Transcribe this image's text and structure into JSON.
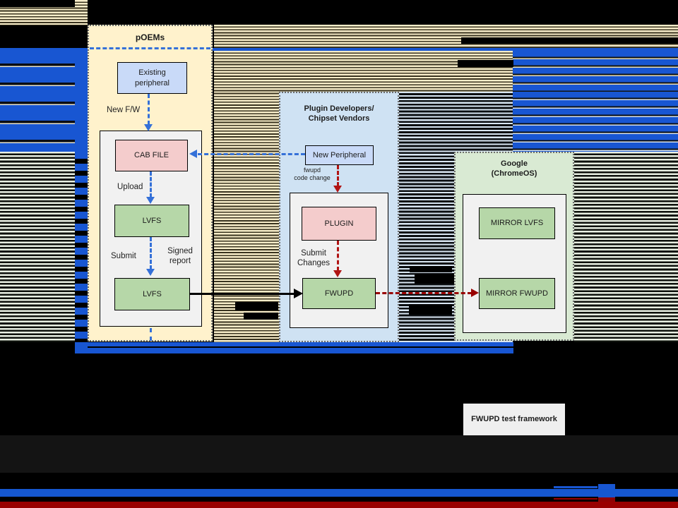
{
  "diagram": {
    "panels": {
      "poems": {
        "title": "pOEMs",
        "bg": "#fff2cc"
      },
      "plugin_vendors": {
        "title_line1": "Plugin Developers/",
        "title_line2": "Chipset Vendors",
        "bg": "#cfe2f3"
      },
      "google": {
        "title_line1": "Google",
        "title_line2": "(ChromeOS)",
        "bg": "#d9ead3"
      }
    },
    "nodes": {
      "existing_peripheral": {
        "label_line1": "Existing",
        "label_line2": "peripheral",
        "bg": "#c9daf8"
      },
      "cab_file": {
        "label": "CAB FILE",
        "bg": "#f4cccc"
      },
      "lvfs_upload": {
        "label": "LVFS",
        "bg": "#b6d7a8"
      },
      "lvfs_submit": {
        "label": "LVFS",
        "bg": "#b6d7a8"
      },
      "new_peripheral": {
        "label": "New Peripheral",
        "bg": "#c9daf8"
      },
      "plugin": {
        "label": "PLUGIN",
        "bg": "#f4cccc"
      },
      "fwupd": {
        "label": "FWUPD",
        "bg": "#b6d7a8"
      },
      "mirror_lvfs": {
        "label": "MIRROR LVFS",
        "bg": "#b6d7a8"
      },
      "mirror_fwupd": {
        "label": "MIRROR FWUPD",
        "bg": "#b6d7a8"
      },
      "fwupd_test_framework": {
        "label": "FWUPD test framework",
        "bg": "#efefef"
      }
    },
    "edge_labels": {
      "new_fw": "New F/W",
      "upload": "Upload",
      "submit": "Submit",
      "signed_report_line1": "Signed",
      "signed_report_line2": "report",
      "fwupd_code_change_line1": "fwupd",
      "fwupd_code_change_line2": "code change",
      "submit_changes_line1": "Submit",
      "submit_changes_line2": "Changes"
    },
    "colors": {
      "arrow_blue": "#3470d8",
      "arrow_red": "#b11414",
      "arrow_dark_red": "#990000",
      "bar_blue": "#1856d2",
      "bar_dark_red": "#990000",
      "panel_yellow": "#fff2cc",
      "panel_blue": "#cfe2f3",
      "panel_green": "#d9ead3",
      "node_blue": "#c9daf8",
      "node_pink": "#f4cccc",
      "node_green": "#b6d7a8",
      "inner_gray": "#f1f1f1"
    }
  }
}
